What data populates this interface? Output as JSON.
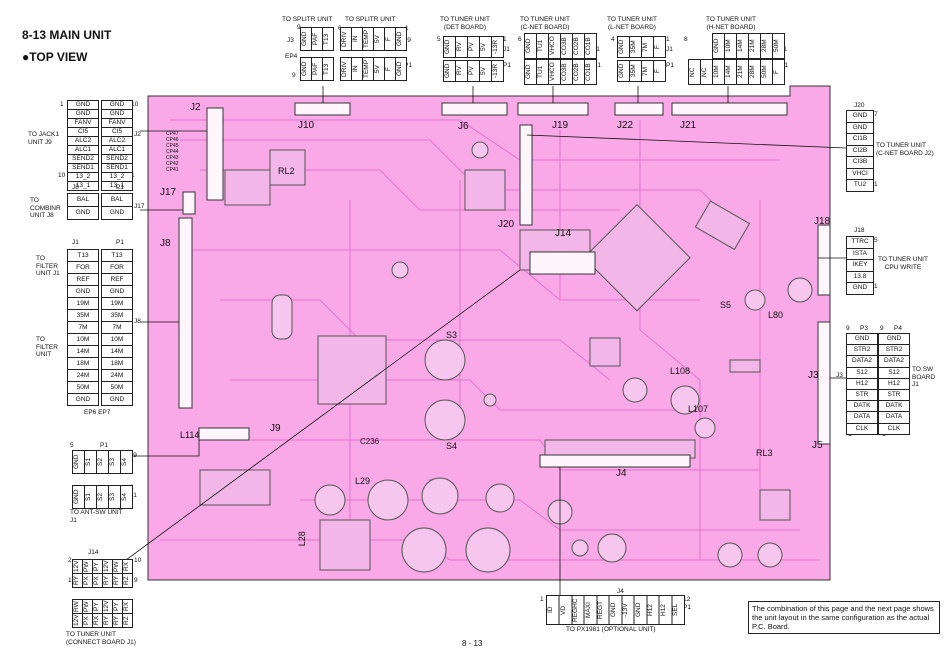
{
  "title": "8-13  MAIN UNIT",
  "subtitle": "TOP VIEW",
  "page_number": "8 - 13",
  "note": "The combination of this page and the next page shows the unit layout in the same configuration as the actual P.C. Board.",
  "colors": {
    "board": "#f9a8e8",
    "trace": "#e070cc",
    "ink": "#111111"
  },
  "top_connectors": {
    "j3": {
      "caption": "TO SPLITR UNIT",
      "ref": "J3",
      "ep": "EP4",
      "pin_left": "9",
      "pin_right": "1",
      "pin_top": "9",
      "top": [
        "GND",
        "PAF",
        "T13"
      ],
      "bottom": [
        "GND",
        "PAF",
        "T13"
      ]
    },
    "j9": {
      "caption": "TO SPLITR UNIT",
      "ref": "J9",
      "pin_left": "6",
      "pin_right": "1",
      "pin_p": "P1",
      "top": [
        "DRIV",
        "IN",
        "TEMP",
        "5V",
        "F",
        "GND"
      ],
      "bottom": [
        "DRIV",
        "IN",
        "TEMP",
        "5V",
        "F",
        "GND"
      ]
    },
    "j1_det": {
      "caption": "TO TUNER UNIT\n(DET BOARD)",
      "ref": "J1",
      "pin_left": "5",
      "pin_right": "1",
      "pin_p": "P1",
      "top": [
        "GND",
        "RV",
        "PV",
        "5V",
        "-13R"
      ],
      "bottom": [
        "GND",
        "RV",
        "PV",
        "5V",
        "-13R"
      ]
    },
    "j1_cnet": {
      "caption": "TO TUNER UNIT\n(C-NET BOARD)",
      "ref": "J1",
      "pin_left": "6",
      "pin_right": "1",
      "pin_p": "P1",
      "top": [
        "GND",
        "TU1",
        "VHCO",
        "CO3B",
        "CO2B",
        "CO1B"
      ],
      "bottom": [
        "GND",
        "TU1",
        "VHCO",
        "CO3B",
        "CO2B",
        "CO1B"
      ]
    },
    "j1_lnet": {
      "caption": "TO TUNER UNIT\n(L-NET BOARD)",
      "ref": "J1",
      "pin_left": "4",
      "pin_right": "1",
      "pin_p": "P1",
      "top": [
        "GND",
        "35M",
        "7M",
        "F"
      ],
      "bottom": [
        "GND",
        "35M",
        "7M",
        "F"
      ]
    },
    "j1_hnet": {
      "caption": "TO TUNER UNIT\n(H-NET BOARD)",
      "ref": "J1",
      "pin_left": "8",
      "pin_right": "1",
      "pin_p": "P1",
      "top": [
        "GND",
        "10M",
        "14M",
        "21M",
        "28M",
        "50M"
      ],
      "bottom": [
        "NC",
        "NC",
        "10M",
        "14M",
        "21M",
        "28M",
        "50M",
        "F"
      ]
    }
  },
  "board_labels": {
    "j10": "J10",
    "j6": "J6",
    "j19": "J19",
    "j22": "J22",
    "j21": "J21",
    "j2": "J2",
    "j17": "J17",
    "j8": "J8",
    "j9": "J9",
    "j14": "J14",
    "j20": "J20",
    "j18": "J18",
    "j3": "J3",
    "j5": "J5",
    "j4": "J4",
    "s3": "S3",
    "s4": "S4",
    "l114": "L114",
    "l28": "L28",
    "l80": "L80",
    "l107": "L107",
    "l108": "L108",
    "c236": "C236",
    "rl2": "RL2",
    "rl3": "RL3",
    "s5": "S5",
    "l29": "L29"
  },
  "left_connectors": {
    "j2": {
      "caption": "TO JACK1\nUNIT J9",
      "ref": "J2",
      "pin_tl": "1",
      "pin_tr": "10",
      "pin_bl": "10",
      "pin_br": "1",
      "left": [
        "GND",
        "GND",
        "FANV",
        "CI5",
        "ALC2",
        "ALC1",
        "SEND2",
        "SEND1",
        "13_2",
        "13_1"
      ],
      "right": [
        "GND",
        "GND",
        "FANV",
        "CI5",
        "ALC2",
        "ALC1",
        "SEND2",
        "SEND1",
        "13_2",
        "13_1"
      ],
      "cp": [
        "CP47",
        "CP46",
        "CP45",
        "CP44",
        "CP43",
        "CP42",
        "CP41"
      ]
    },
    "j8_combinr": {
      "caption": "TO\nCOMBINR\nUNIT J8",
      "ref": "J17",
      "hdr_left": "J8",
      "hdr_right": "P1",
      "left": [
        "BAL",
        "GND"
      ],
      "right": [
        "BAL",
        "GND"
      ]
    },
    "j1_filter": {
      "caption1": "TO\nFILTER\nUNIT J1",
      "caption2": "TO\nFILTER\nUNIT",
      "ref": "J8",
      "hdr_left": "J1",
      "hdr_right": "P1",
      "ep": "EP6 EP7",
      "left": [
        "T13",
        "FOR",
        "REF",
        "GND",
        "19M",
        "35M",
        "7M",
        "10M",
        "14M",
        "18M",
        "24M",
        "50M",
        "GND"
      ],
      "right": [
        "T13",
        "FOR",
        "REF",
        "GND",
        "19M",
        "35M",
        "7M",
        "10M",
        "14M",
        "18M",
        "24M",
        "50M",
        "GND"
      ]
    },
    "j9_antsw": {
      "caption": "TO ANT-SW UNIT\nJ1",
      "ref": "J9",
      "pin_p": "P1",
      "pin_5": "5",
      "pin_1": "1",
      "j1": "J1",
      "top": [
        "GND",
        "S1",
        "S2",
        "S3",
        "S4"
      ],
      "bottom": [
        "GND",
        "S1",
        "S2",
        "S3",
        "S4"
      ]
    },
    "j14": {
      "caption": "TO TUNER UNIT\n(CONNECT BOARD J1)",
      "ref": "J14",
      "pin_2": "2",
      "pin_1": "1",
      "pin_10": "10",
      "pin_9": "9",
      "top1": [
        "12V",
        "PW",
        "PY",
        "12V",
        "PW",
        "RX"
      ],
      "top2": [
        "RY",
        "PX",
        "PX",
        "RY",
        "RY",
        "RZ"
      ],
      "bottom1": [
        "RW",
        "PW",
        "PY",
        "12V",
        "PY",
        "RX"
      ],
      "bottom2": [
        "12V",
        "PX",
        "RX",
        "RY",
        "RY",
        "RZ"
      ]
    }
  },
  "right_connectors": {
    "j20": {
      "ref": "J20",
      "pin_top": "7",
      "pin_bottom": "1",
      "caption": "TO TUNER UNIT\n(C-NET BOARD J2)",
      "items": [
        "GND",
        "GND",
        "CI1B",
        "CI2B",
        "CI3B",
        "VHCI",
        "TU2"
      ]
    },
    "j18": {
      "ref": "J18",
      "pin_top": "5",
      "pin_bottom": "1",
      "caption": "TO TUNER UNIT\nCPU WRITE",
      "items": [
        "TTRC",
        "ISTA",
        "IKEY",
        "13.8",
        "GND"
      ]
    },
    "j3_sw": {
      "ref": "J3",
      "hdr_left": "P3",
      "hdr_right": "P4",
      "pin_9a": "9",
      "pin_9b": "9",
      "pin_1a": "1",
      "pin_1b": "1",
      "caption": "TO SW\nBOARD\nJ1",
      "left": [
        "GND",
        "STR2",
        "DATA2",
        "S12",
        "H12",
        "STR",
        "DATK",
        "DATA",
        "CLK"
      ],
      "right": [
        "GND",
        "STR2",
        "DATA2",
        "S12",
        "H12",
        "STR",
        "DATK",
        "DATA",
        "CLK"
      ]
    }
  },
  "bottom_connector": {
    "ref": "J4",
    "pin_left": "1",
    "pin_right": "12",
    "pin_p": "P1",
    "caption": "TO PX1981 (OPTIONAL UNIT)",
    "items": [
      "ID",
      "VD",
      "REGHC",
      "MAXI",
      "REGT",
      "GND",
      "-13V",
      "GND",
      "H12",
      "H12",
      "SEL"
    ]
  }
}
